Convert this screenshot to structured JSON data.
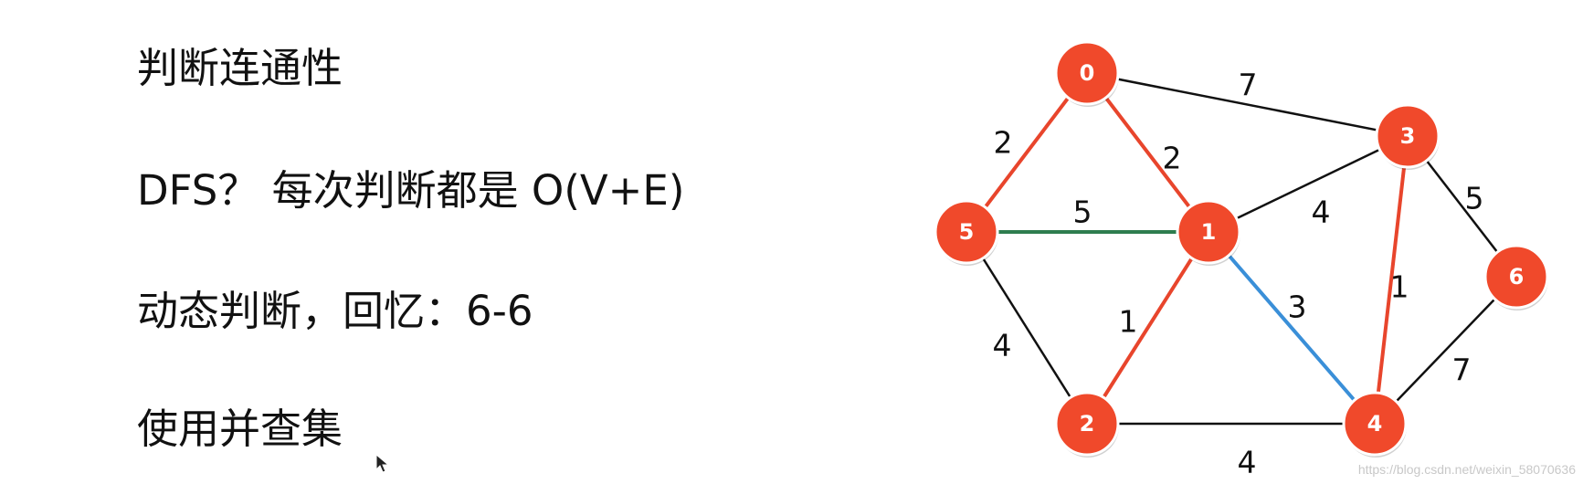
{
  "text_lines": [
    "判断连通性",
    "DFS？ 每次判断都是 O(V+E)",
    "动态判断，回忆：6-6",
    "使用并查集"
  ],
  "graph": {
    "nodes": [
      {
        "id": "0"
      },
      {
        "id": "1"
      },
      {
        "id": "2"
      },
      {
        "id": "3"
      },
      {
        "id": "4"
      },
      {
        "id": "5"
      },
      {
        "id": "6"
      }
    ],
    "edges": [
      {
        "from": "0",
        "to": "5",
        "weight": "2",
        "color": "#e8452c"
      },
      {
        "from": "0",
        "to": "1",
        "weight": "2",
        "color": "#e8452c"
      },
      {
        "from": "0",
        "to": "3",
        "weight": "7",
        "color": "#111111"
      },
      {
        "from": "5",
        "to": "1",
        "weight": "5",
        "color": "#2e7d4f"
      },
      {
        "from": "1",
        "to": "3",
        "weight": "4",
        "color": "#111111"
      },
      {
        "from": "3",
        "to": "6",
        "weight": "5",
        "color": "#111111"
      },
      {
        "from": "1",
        "to": "4",
        "weight": "3",
        "color": "#3a8fd8"
      },
      {
        "from": "3",
        "to": "4",
        "weight": "1",
        "color": "#e8452c"
      },
      {
        "from": "1",
        "to": "2",
        "weight": "1",
        "color": "#e8452c"
      },
      {
        "from": "5",
        "to": "2",
        "weight": "4",
        "color": "#111111"
      },
      {
        "from": "6",
        "to": "4",
        "weight": "7",
        "color": "#111111"
      },
      {
        "from": "2",
        "to": "4",
        "weight": "4",
        "color": "#111111"
      }
    ],
    "node_fill": "#f0492b"
  },
  "watermark": "https://blog.csdn.net/weixin_58070636"
}
